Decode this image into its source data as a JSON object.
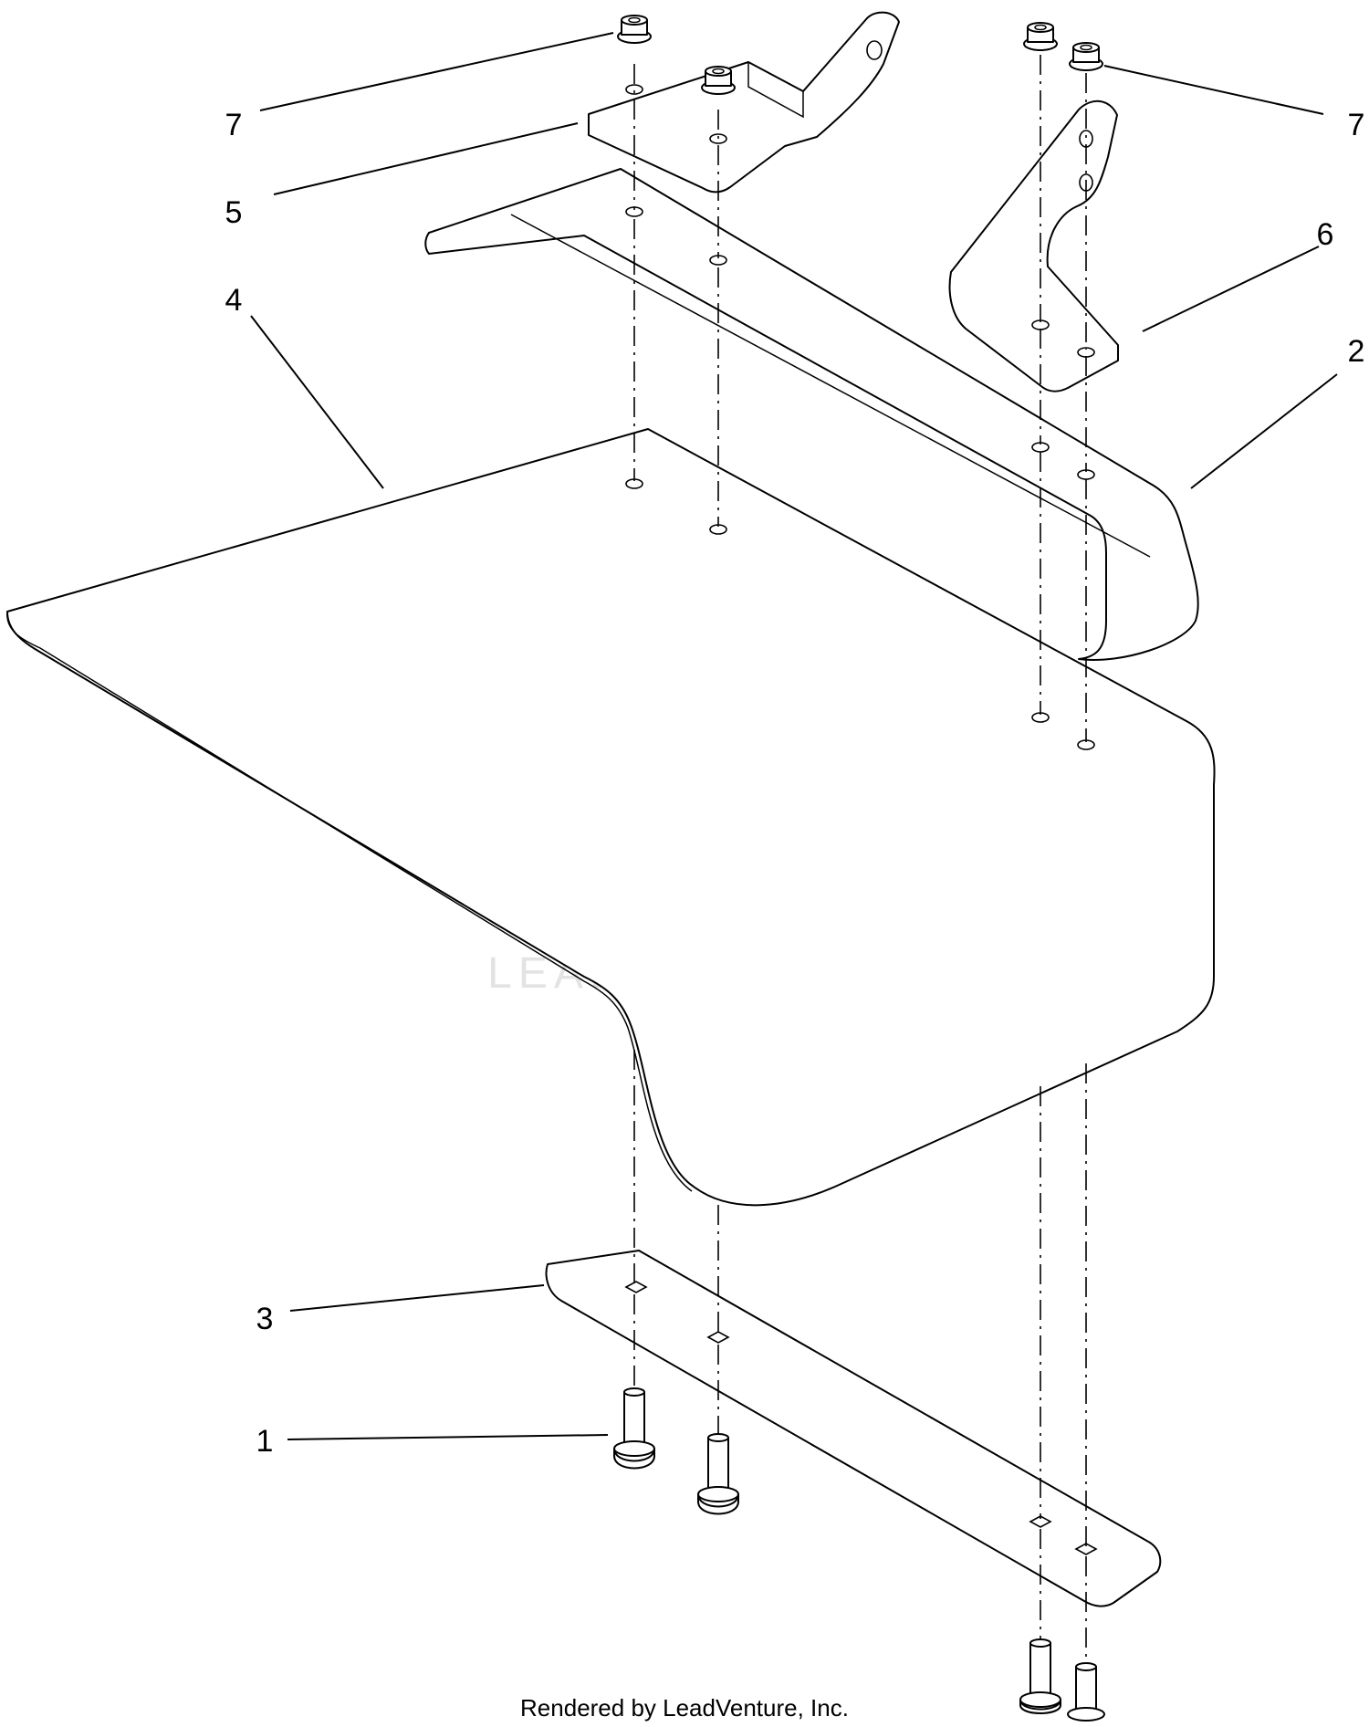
{
  "callouts": {
    "c1": "1",
    "c2": "2",
    "c3": "3",
    "c4": "4",
    "c5": "5",
    "c6": "6",
    "c7_left": "7",
    "c7_right": "7"
  },
  "watermark": {
    "text": "LEADVENTURE",
    "icon": "flame-v-logo"
  },
  "footer": {
    "credit": "Rendered by LeadVenture, Inc."
  }
}
